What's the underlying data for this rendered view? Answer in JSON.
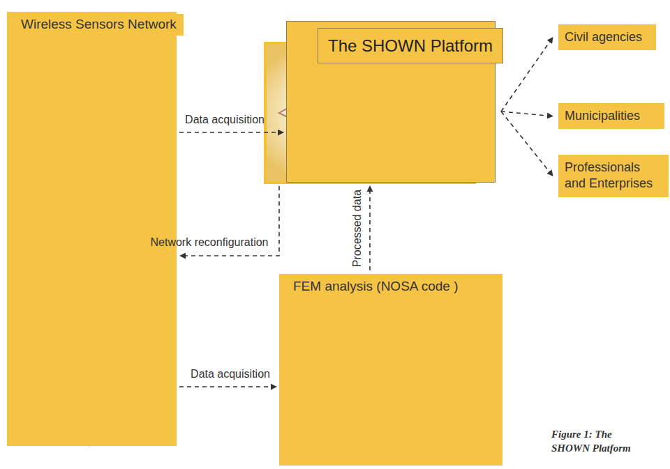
{
  "diagram": {
    "caption": "Figure 1: The SHOWN Platform",
    "nodes": [
      {
        "text": [
          "Wireless Sensors Network"
        ]
      },
      {
        "text": [
          "The SHOWN Platform"
        ]
      },
      {
        "text": [
          "Civil agencies"
        ]
      },
      {
        "text": [
          "Municipalities"
        ]
      },
      {
        "text": [
          "Professionals and Enterprises"
        ]
      },
      {
        "text": [
          "FEM analysis (NOSA code )"
        ]
      }
    ],
    "edges": [
      {
        "from": 0,
        "to": 1,
        "label": "Data acquisition",
        "arrow": "to"
      },
      {
        "from": 1,
        "to": 2,
        "arrow": "to"
      },
      {
        "from": 1,
        "to": 3,
        "arrow": "to"
      },
      {
        "from": 1,
        "to": 4,
        "arrow": "to"
      },
      {
        "from": 1,
        "to": 0,
        "label": "Network reconfiguration",
        "arrow": "to"
      },
      {
        "from": 5,
        "to": 1,
        "label": "Processed data",
        "arrow": "to"
      },
      {
        "from": 0,
        "to": 5,
        "label": "Data acquisition",
        "arrow": "to"
      }
    ]
  }
}
